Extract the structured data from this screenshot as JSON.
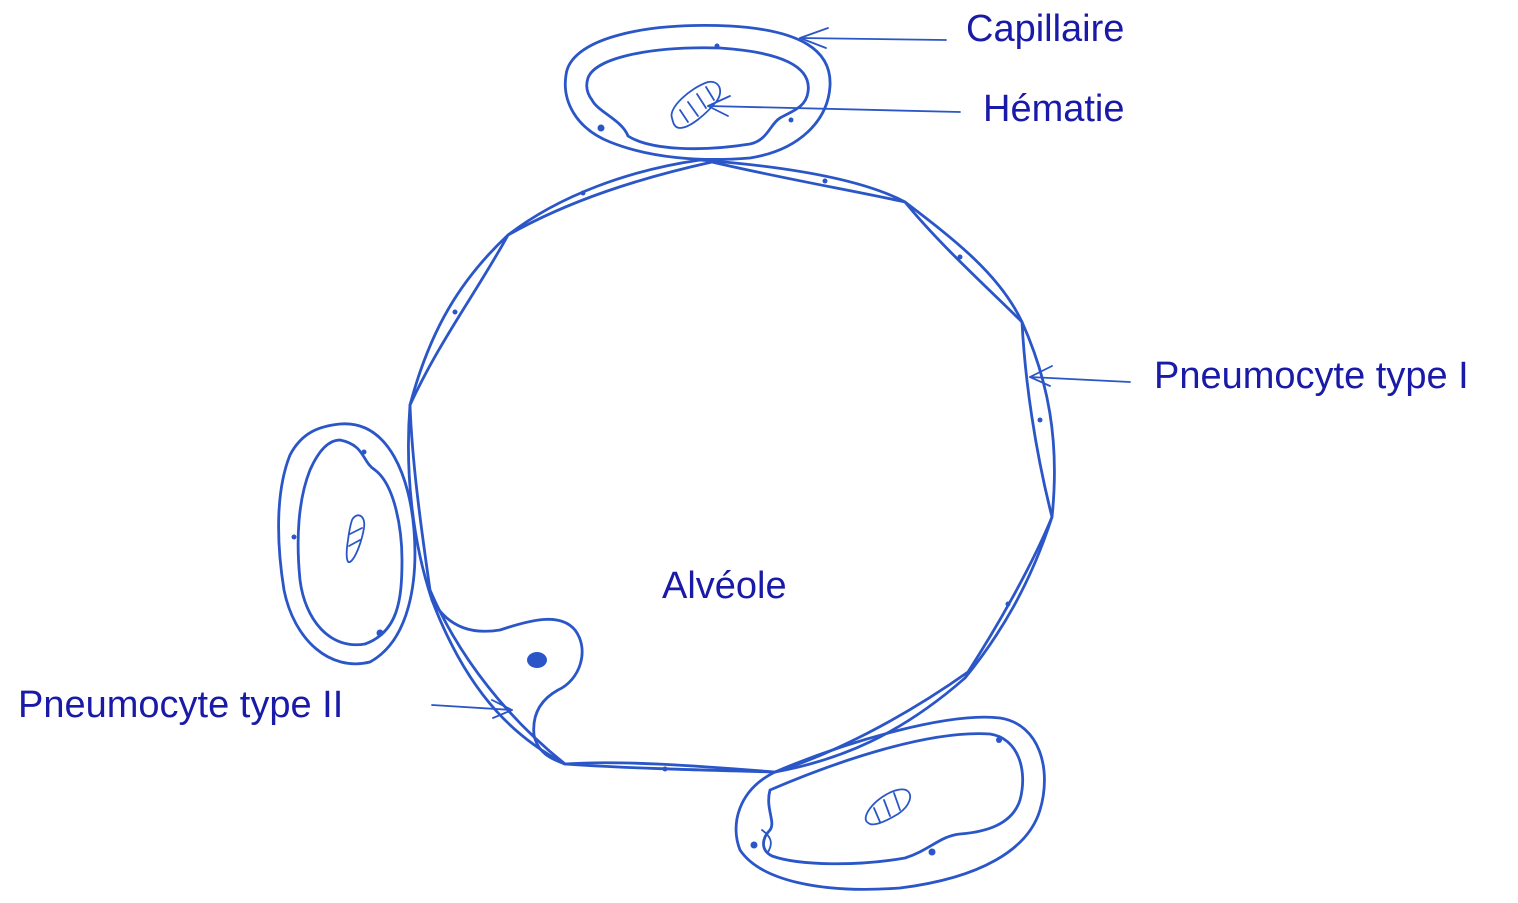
{
  "colors": {
    "ink": "#2a56c8",
    "text": "#1a1aa8"
  },
  "labels": {
    "capillaire": "Capillaire",
    "hematie": "Hématie",
    "pneumocyte_1": "Pneumocyte type I",
    "pneumocyte_2": "Pneumocyte type II",
    "alveole": "Alvéole"
  }
}
